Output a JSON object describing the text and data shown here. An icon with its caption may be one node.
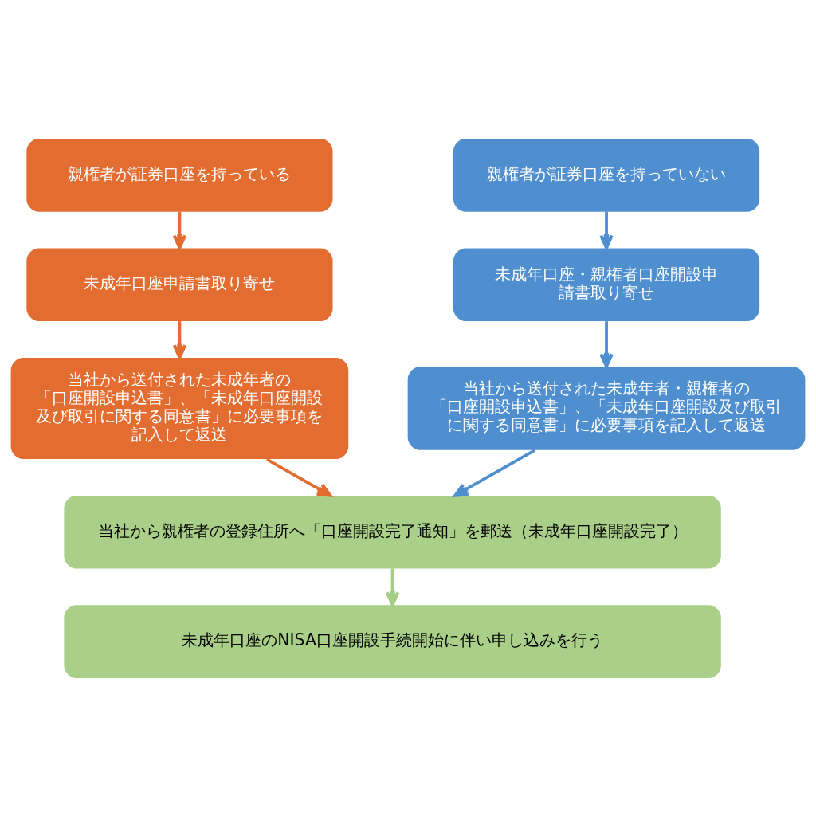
{
  "diagram": {
    "nodes": [
      {
        "text": [
          "親権者が証券口座を持っている"
        ]
      },
      {
        "text": [
          "未成年口座申請書取り寄せ"
        ]
      },
      {
        "text": [
          "当社から送付された未成年者の「口座開設申込書」、「未成年口座開設及び取引に関する同意書」に必要事項を記入して返送"
        ]
      },
      {
        "text": [
          "親権者が証券口座を持っていない"
        ]
      },
      {
        "text": [
          "未成年口座・親権者口座開設申請書取り寄せ"
        ]
      },
      {
        "text": [
          "当社から送付された未成年者・親権者の「口座開設申込書」、「未成年口座開設及び取引に関する同意書」に必要事項を記入して返送"
        ]
      },
      {
        "text": [
          "当社から親権者の登録住所へ「口座開設完了通知」を郵送（未成年口座開設完了）"
        ]
      },
      {
        "text": [
          "未成年口座のNISA口座開設手続開始に伴い申し込みを行う"
        ]
      }
    ],
    "edges": [
      {
        "from": 0,
        "to": 1,
        "arrow": "to",
        "color": "#e36c30"
      },
      {
        "from": 1,
        "to": 2,
        "arrow": "to",
        "color": "#e36c30"
      },
      {
        "from": 2,
        "to": 6,
        "arrow": "to",
        "color": "#e36c30"
      },
      {
        "from": 3,
        "to": 4,
        "arrow": "to",
        "color": "#4f8fd0"
      },
      {
        "from": 4,
        "to": 5,
        "arrow": "to",
        "color": "#4f8fd0"
      },
      {
        "from": 5,
        "to": 6,
        "arrow": "to",
        "color": "#4f8fd0"
      },
      {
        "from": 6,
        "to": 7,
        "arrow": "to",
        "color": "#a5cc85"
      }
    ]
  }
}
